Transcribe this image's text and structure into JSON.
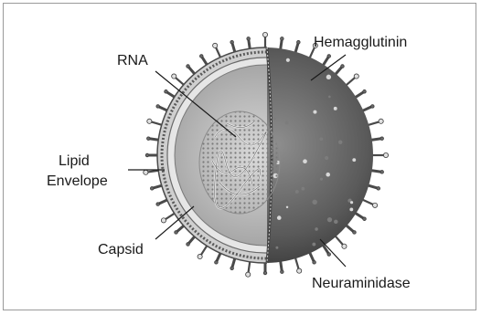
{
  "labels": {
    "rna": "RNA",
    "hemagglutinin": "Hemagglutinin",
    "lipid_line1": "Lipid",
    "lipid_line2": "Envelope",
    "capsid": "Capsid",
    "neuraminidase": "Neuraminidase"
  },
  "colors": {
    "surface": "#5c5c5c",
    "membrane": "#8a8a8a",
    "interior": "#b8b8b8",
    "rna": "#e8e8e8",
    "spike": "#3c3c3c"
  }
}
